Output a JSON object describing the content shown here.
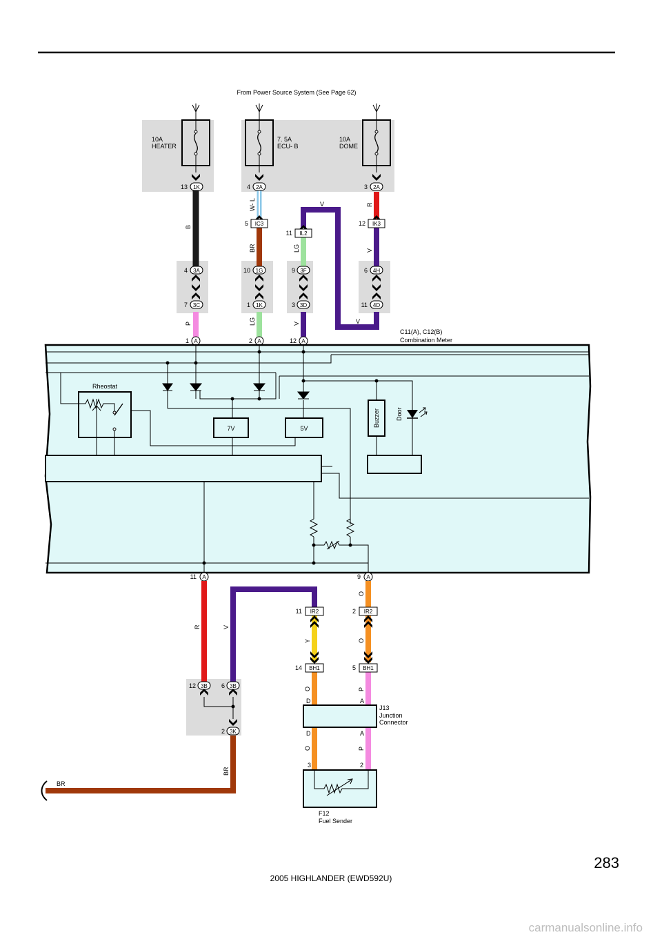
{
  "header_note": "From Power Source System (See Page 62)",
  "page_number": "283",
  "footer": "2005 HIGHLANDER (EWD592U)",
  "watermark": "carmanualsonline.info",
  "colors": {
    "panel": "#e0f8f8",
    "shade": "#dcdcdc",
    "B": "#1a1a1a",
    "WL": "#8cc8e8",
    "BR": "#a0380a",
    "V": "#4a1a8a",
    "LG": "#9de29d",
    "R": "#e01818",
    "P": "#f48ae0",
    "O": "#f59022",
    "Y": "#f5d21a"
  },
  "fuses": [
    {
      "amp": "10A",
      "name": "HEATER"
    },
    {
      "amp": "7. 5A",
      "name": "ECU- B"
    },
    {
      "amp": "10A",
      "name": "DOME"
    }
  ],
  "wire_codes": {
    "b": "B",
    "wl": "W- L",
    "br1": "BR",
    "lg1": "LG",
    "v1": "V",
    "r1": "R",
    "v2": "V",
    "p1": "P",
    "lg2": "LG",
    "v3": "V",
    "v4": "V",
    "r2": "R",
    "v5": "V",
    "o1": "O",
    "y": "Y",
    "o2": "O",
    "o3": "O",
    "p2": "P",
    "o4": "O",
    "p3": "P",
    "br2": "BR",
    "br3": "BR"
  },
  "connectors": [
    {
      "pin": "13",
      "id": "1K"
    },
    {
      "pin": "4",
      "id": "2A"
    },
    {
      "pin": "3",
      "id": "2A"
    },
    {
      "pin": "5",
      "id": "IC3"
    },
    {
      "pin": "11",
      "id": "IL2"
    },
    {
      "pin": "12",
      "id": "IK3"
    },
    {
      "pin": "4",
      "id": "3A"
    },
    {
      "pin": "10",
      "id": "1G"
    },
    {
      "pin": "9",
      "id": "3F"
    },
    {
      "pin": "6",
      "id": "4H"
    },
    {
      "pin": "7",
      "id": "3C"
    },
    {
      "pin": "1",
      "id": "1K"
    },
    {
      "pin": "3",
      "id": "3D"
    },
    {
      "pin": "11",
      "id": "4D"
    },
    {
      "pin": "1",
      "id": "A"
    },
    {
      "pin": "2",
      "id": "A"
    },
    {
      "pin": "12",
      "id": "A"
    },
    {
      "pin": "11",
      "id": "A"
    },
    {
      "pin": "9",
      "id": "A"
    },
    {
      "pin": "11",
      "id": "IR2"
    },
    {
      "pin": "2",
      "id": "IR2"
    },
    {
      "pin": "14",
      "id": "BH1"
    },
    {
      "pin": "5",
      "id": "BH1"
    },
    {
      "pin": "12",
      "id": "3B"
    },
    {
      "pin": "6",
      "id": "3B"
    },
    {
      "pin": "2",
      "id": "3K"
    }
  ],
  "meter": {
    "title1": "C11(A), C12(B)",
    "title2": "Combination Meter",
    "rheostat": "Rheostat",
    "v7": "7V",
    "v5": "5V",
    "buzzer": "Buzzer",
    "door": "Door"
  },
  "junction": {
    "title1": "J13",
    "title2": "Junction",
    "title3": "Connector",
    "d_top": "D",
    "a_top": "A",
    "d_bot": "D",
    "a_bot": "A"
  },
  "sender": {
    "title1": "F12",
    "title2": "Fuel Sender",
    "pin3": "3",
    "pin2": "2"
  }
}
